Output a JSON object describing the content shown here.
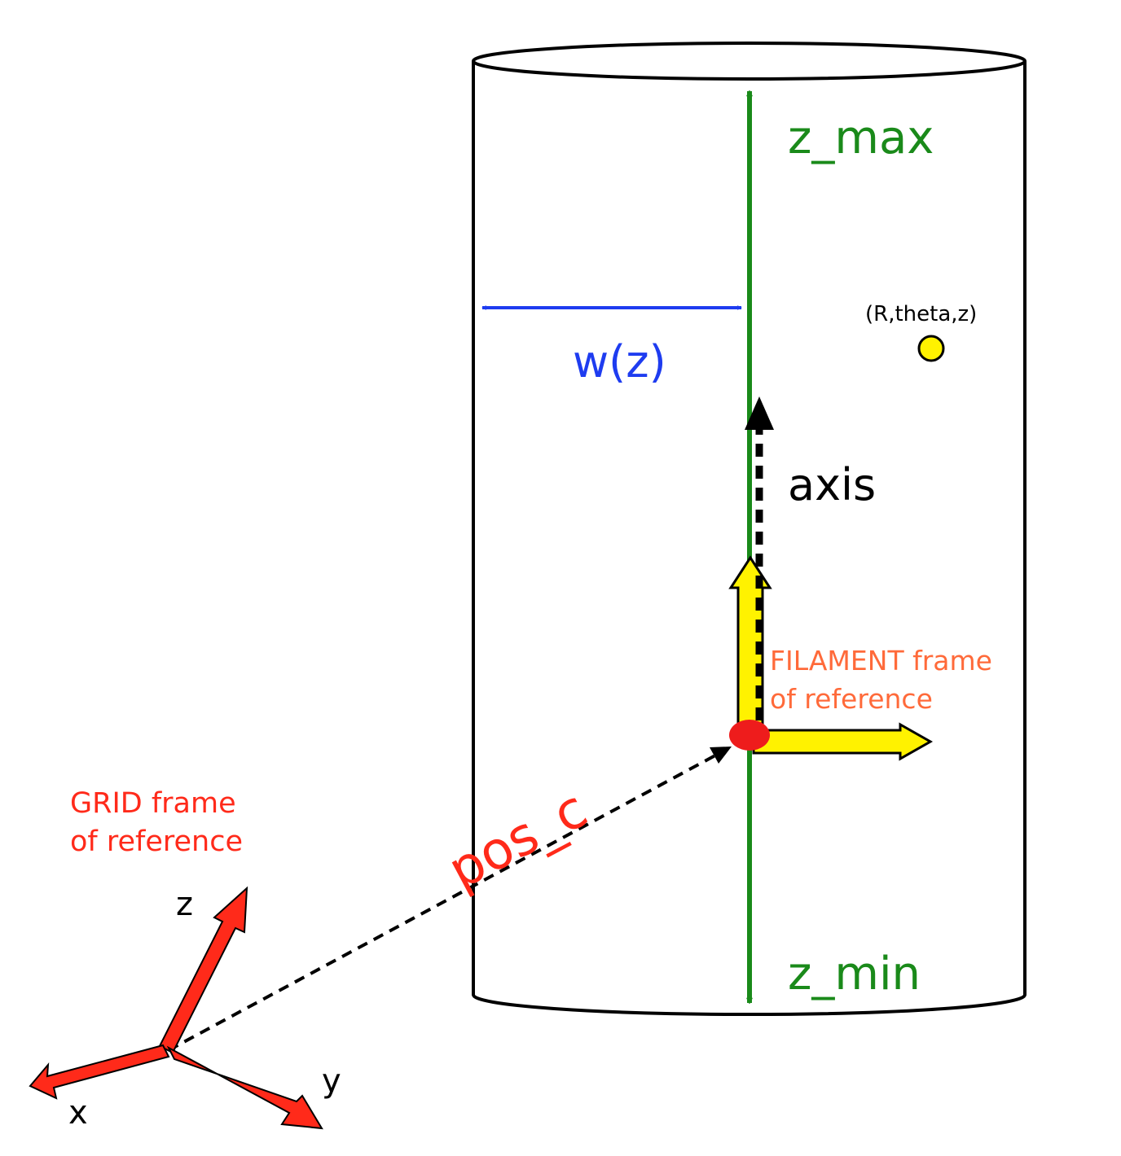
{
  "labels": {
    "z_max": "z_max",
    "z_min": "z_min",
    "width": "w(z)",
    "point": "(R,theta,z)",
    "axis": "axis",
    "filament_frame_line1": "FILAMENT frame",
    "filament_frame_line2": "of reference",
    "grid_frame_line1": "GRID frame",
    "grid_frame_line2": "of reference",
    "pos_c": "pos_c",
    "grid_axis_x": "x",
    "grid_axis_y": "y",
    "grid_axis_z": "z"
  },
  "colors": {
    "outline": "#000000",
    "axis_green": "#1a8a1a",
    "width_blue": "#1e3cf0",
    "grid_red": "#ff2a1a",
    "filament_orange": "#ff6a3a",
    "yellow": "#fff200",
    "origin_red": "#ee1c1c"
  }
}
